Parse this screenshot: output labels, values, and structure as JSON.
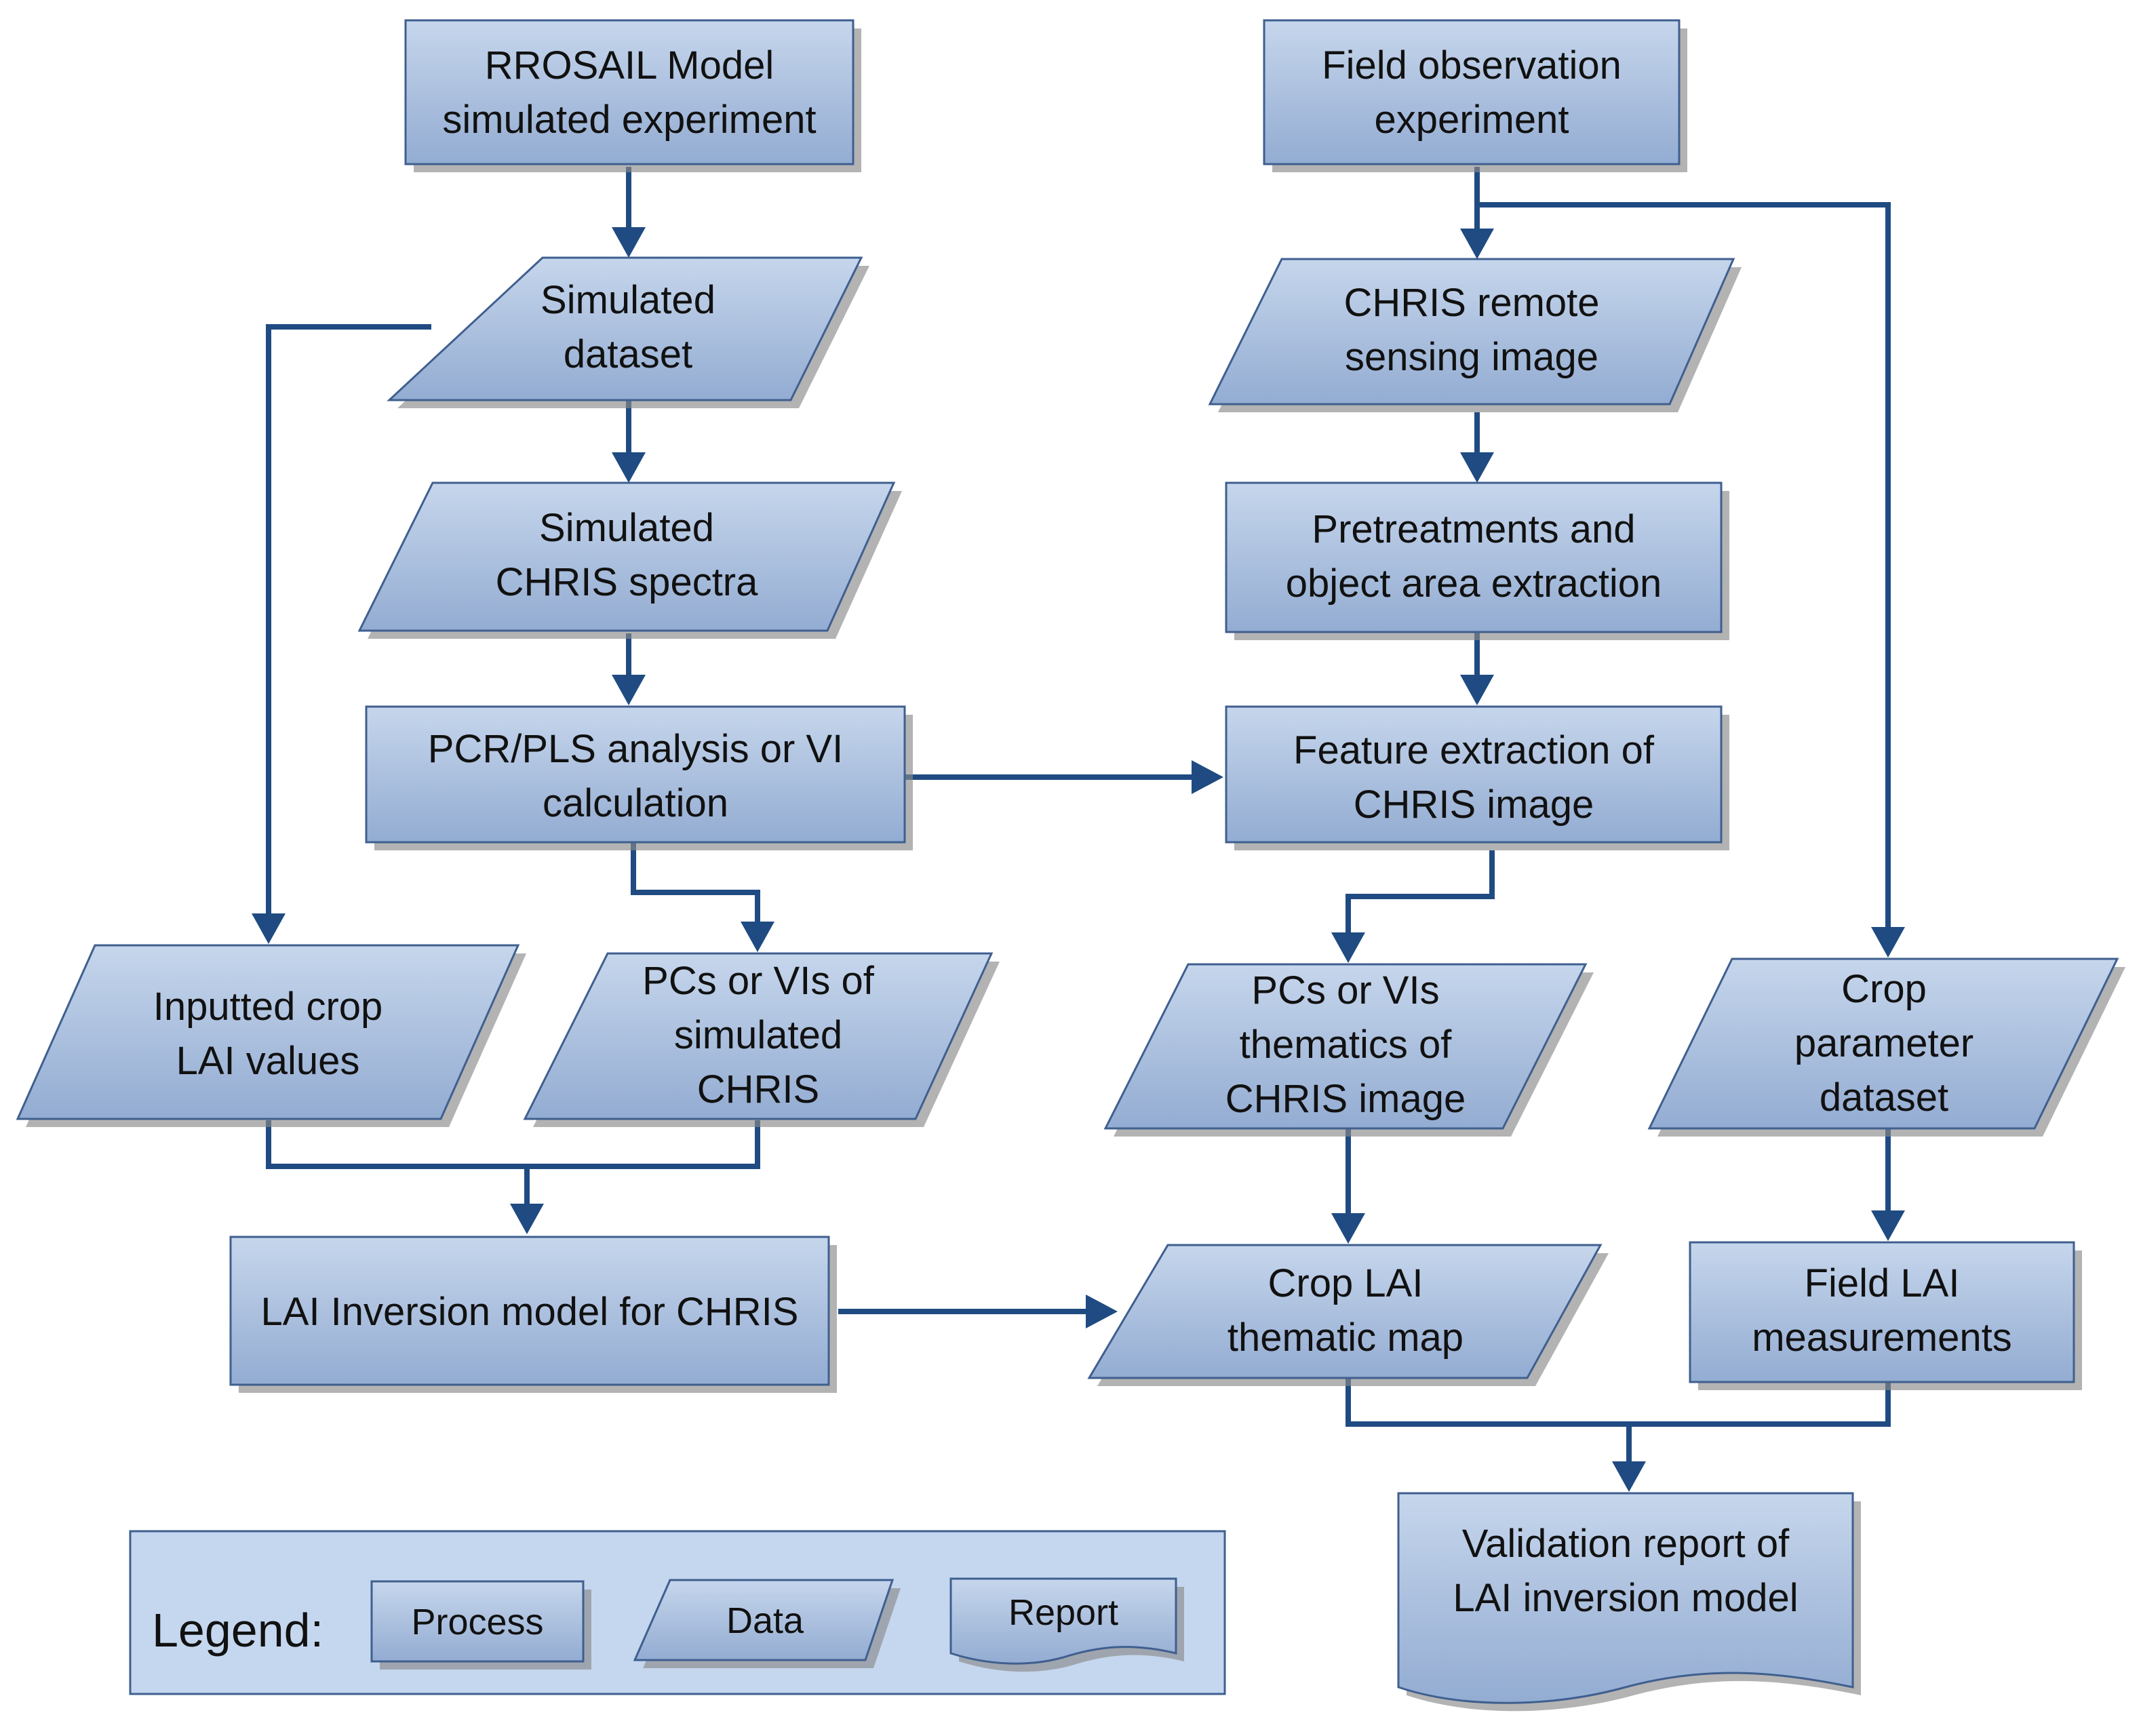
{
  "nodes": {
    "rrosail": {
      "line1": "RROSAIL Model",
      "line2": "simulated experiment",
      "kind": "process"
    },
    "field_obs": {
      "line1": "Field observation",
      "line2": "experiment",
      "kind": "process"
    },
    "sim_dataset": {
      "line1": "Simulated",
      "line2": "dataset",
      "kind": "data"
    },
    "chris_image": {
      "line1": "CHRIS remote",
      "line2": "sensing image",
      "kind": "data"
    },
    "sim_spectra": {
      "line1": "Simulated",
      "line2": "CHRIS spectra",
      "kind": "data"
    },
    "pretreat": {
      "line1": "Pretreatments  and",
      "line2": "object area extraction",
      "kind": "process"
    },
    "pcr": {
      "line1": "PCR/PLS  analysis or VI",
      "line2": "calculation",
      "kind": "process"
    },
    "feature": {
      "line1": "Feature extraction of",
      "line2": "CHRIS image",
      "kind": "process"
    },
    "inputted": {
      "line1": "Inputted crop",
      "line2": "LAI values",
      "kind": "data"
    },
    "pcs_sim": {
      "line1": "PCs or VIs of",
      "line2": "simulated",
      "line3": "CHRIS",
      "kind": "data"
    },
    "pcs_them": {
      "line1": "PCs or VIs",
      "line2": "thematics of",
      "line3": "CHRIS image",
      "kind": "data"
    },
    "crop_param": {
      "line1": "Crop",
      "line2": "parameter",
      "line3": "dataset",
      "kind": "data"
    },
    "lai_model": {
      "line1": "LAI Inversion model for CHRIS",
      "kind": "process"
    },
    "lai_map": {
      "line1": "Crop LAI",
      "line2": "thematic map",
      "kind": "data"
    },
    "field_lai": {
      "line1": "Field LAI",
      "line2": "measurements",
      "kind": "process"
    },
    "report": {
      "line1": "Validation report of",
      "line2": "LAI inversion model",
      "kind": "report"
    }
  },
  "edges": [
    {
      "from": "rrosail",
      "to": "sim_dataset"
    },
    {
      "from": "sim_dataset",
      "to": "sim_spectra"
    },
    {
      "from": "sim_spectra",
      "to": "pcr"
    },
    {
      "from": "sim_dataset",
      "to": "inputted"
    },
    {
      "from": "pcr",
      "to": "pcs_sim"
    },
    {
      "from": "pcr",
      "to": "feature"
    },
    {
      "from": "field_obs",
      "to": "chris_image"
    },
    {
      "from": "field_obs",
      "to": "crop_param"
    },
    {
      "from": "chris_image",
      "to": "pretreat"
    },
    {
      "from": "pretreat",
      "to": "feature"
    },
    {
      "from": "feature",
      "to": "pcs_them"
    },
    {
      "from": "inputted",
      "to": "lai_model"
    },
    {
      "from": "pcs_sim",
      "to": "lai_model"
    },
    {
      "from": "lai_model",
      "to": "lai_map"
    },
    {
      "from": "pcs_them",
      "to": "lai_map"
    },
    {
      "from": "crop_param",
      "to": "field_lai"
    },
    {
      "from": "lai_map",
      "to": "report"
    },
    {
      "from": "field_lai",
      "to": "report"
    }
  ],
  "legend": {
    "title": "Legend:",
    "process_label": "Process",
    "data_label": "Data",
    "report_label": "Report"
  },
  "colors": {
    "box_fill_top": "#c6d6ec",
    "box_fill_bottom": "#93acd2",
    "box_border": "#3f5f8f",
    "arrow": "#1f4b82",
    "legend_fill": "#c5d7ef",
    "shadow": "#8a8a8a"
  }
}
